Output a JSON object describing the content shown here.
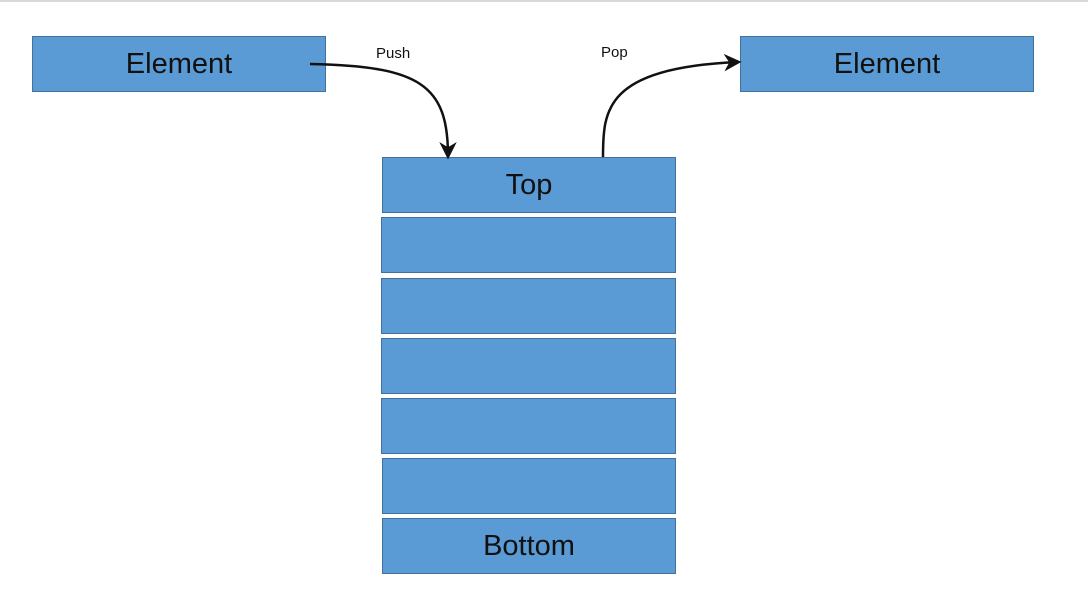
{
  "colors": {
    "box_fill": "#5b9bd5",
    "box_border": "#41719c",
    "arrow": "#111111",
    "background": "#ffffff"
  },
  "diagram": {
    "left_element": {
      "label": "Element"
    },
    "right_element": {
      "label": "Element"
    },
    "push": {
      "label": "Push"
    },
    "pop": {
      "label": "Pop"
    },
    "stack": {
      "cells": [
        {
          "label": "Top"
        },
        {
          "label": ""
        },
        {
          "label": ""
        },
        {
          "label": ""
        },
        {
          "label": ""
        },
        {
          "label": ""
        },
        {
          "label": "Bottom"
        }
      ]
    }
  }
}
